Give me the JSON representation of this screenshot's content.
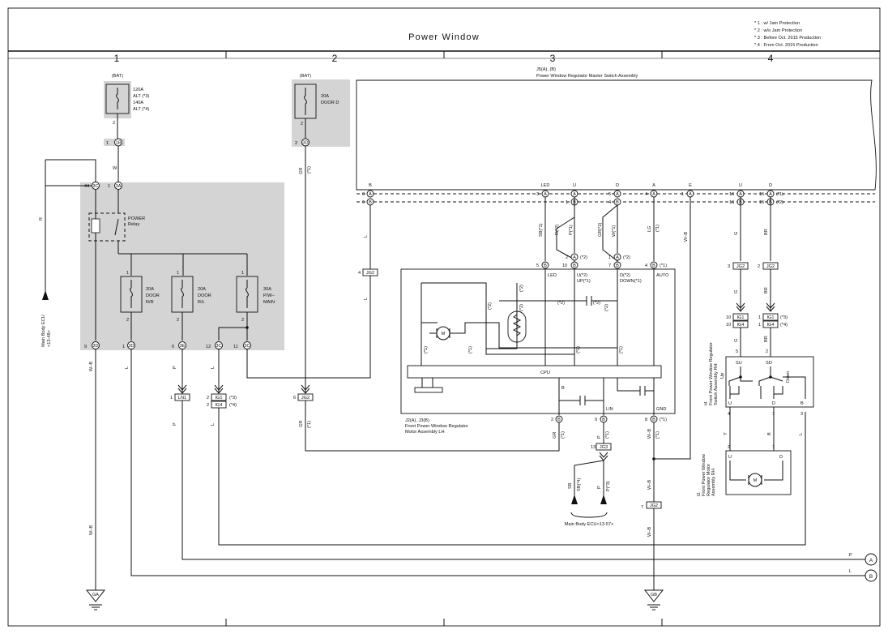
{
  "title": "Power Window",
  "notes": [
    "* 1 : w/ Jam Protection",
    "* 2 : w/o Jam Protection",
    "* 3 : Before Oct.  2015 Production",
    "* 4 : From Oct.  2015 Production"
  ],
  "columns": [
    "1",
    "2",
    "3",
    "4"
  ],
  "fuse_bat_1": {
    "source": "(BAT)",
    "line1": "120A",
    "line2": "ALT (*3)",
    "line3": "140A",
    "line4": "ALT (*4)",
    "pin": "2",
    "conn_pin": "1",
    "conn": "1B"
  },
  "fuse_bat_2": {
    "source": "(BAT)",
    "line1": "20A",
    "line2": "DOOR D",
    "pin": "2",
    "conn_pin": "2",
    "conn": "3D"
  },
  "relay": {
    "name": "POWER",
    "sub": "Relay",
    "left_pin": "44",
    "left_conn": "3C",
    "right_pin": "1",
    "right_conn": "3A"
  },
  "fuses_jb": [
    {
      "a": "20A",
      "b": "DOOR",
      "c": "R/R",
      "top": "1",
      "bottom": "2",
      "pin": "1",
      "conn": "3D"
    },
    {
      "a": "20A",
      "b": "DOOR",
      "c": "R/L",
      "top": "1",
      "bottom": "2",
      "pin": "6",
      "conn": "3E"
    },
    {
      "a": "30A",
      "b": "P/W–",
      "c": "MAIN",
      "top": "1",
      "bottom": "2",
      "pin": "11",
      "conn": "3C"
    }
  ],
  "jb_left": {
    "pin": "9",
    "conn": "3D"
  },
  "jb_pin_12": {
    "pin": "12",
    "conn": "3C"
  },
  "main_body_ecu_1": "Main Body ECU",
  "main_body_ecu_1b": "<13-48>",
  "wires": {
    "R": "R",
    "W": "W",
    "WB": "W–B",
    "L": "L",
    "P": "P",
    "GR": "GR",
    "G": "G",
    "BR": "BR",
    "LG": "LG",
    "SB": "SB",
    "Y": "Y",
    "B": "B"
  },
  "marks": {
    "s1": "(*1)",
    "s2": "(*2)",
    "s3": "(*3)",
    "s4": "(*4)",
    "r2": "R(*2)",
    "sb1": "SB(*1)",
    "p1": "P(*1)",
    "gr2": "GR(*2)",
    "w1": "W(*1)",
    "sb4": "SB(*4)",
    "p3": "P(*3)"
  },
  "jg2_a": {
    "pin": "4",
    "conn": "JG2"
  },
  "jg2_b": {
    "pin": "6",
    "conn": "JG2"
  },
  "ln1": {
    "pin": "1",
    "conn": "LN1"
  },
  "ig_left": {
    "p1": "2",
    "c1": "IG1",
    "m1": "(*3)",
    "p2": "2",
    "c2": "IG4",
    "m2": "(*4)"
  },
  "master": {
    "id": "J5(A), (B)",
    "name": "Power Window Regulator Master Switch Assembly",
    "top_labels": [
      "B",
      "LED",
      "U",
      "D",
      "A",
      "E",
      "U",
      "D"
    ],
    "row1_pins": [
      "6",
      "3",
      "5",
      "4",
      "1",
      "16",
      "15"
    ],
    "row2_pins": [
      "6",
      "1",
      "4",
      "16",
      "15"
    ]
  },
  "motor_lh": {
    "id": "J2(A), J3(B)",
    "name1": "Front Power Window Regulator",
    "name2": "Motor Assembly LH",
    "pins_top": [
      "2",
      "1",
      "5",
      "10",
      "7",
      "4"
    ],
    "labels": {
      "led": "LED",
      "u": "U(*2)",
      "up": "UP(*1)",
      "d": "D(*2)",
      "down": "DOWN(*1)",
      "auto": "AUTO",
      "cpu": "CPU",
      "b": "B",
      "lin": "LIN",
      "gnd": "GND"
    },
    "pins_bottom": [
      "2",
      "9",
      "8"
    ],
    "motor": "M"
  },
  "jg3": {
    "pin": "13",
    "conn": "JG3"
  },
  "main_body_ecu_2": "Main Body ECU<13-57>",
  "jg2_right": [
    {
      "pin": "3",
      "conn": "JG2"
    },
    {
      "pin": "2",
      "conn": "JG2"
    }
  ],
  "ig_right": [
    {
      "pin": "10",
      "conn": "IG1"
    },
    {
      "pin": "10",
      "conn": "IG4"
    },
    {
      "pin": "1",
      "conn": "IG1"
    },
    {
      "pin": "1",
      "conn": "IG4"
    }
  ],
  "jg2_bottom": {
    "pin": "7",
    "conn": "JG2"
  },
  "switch_rh": {
    "id": "I4",
    "name1": "Front Power Window Regulator",
    "name2": "Switch Assembly RH",
    "labels": [
      "SU",
      "SD",
      "U",
      "D",
      "B",
      "Up",
      "Down"
    ],
    "pins_top": [
      "5",
      "2"
    ],
    "pins_bottom": [
      "4",
      "1",
      "3"
    ]
  },
  "motor_rh": {
    "id": "I2",
    "name1": "Front Power Window",
    "name2": "Regulator Motor",
    "name3": "Assembly RH",
    "labels": [
      "U",
      "D"
    ],
    "pins": [
      "2",
      "1"
    ],
    "motor": "M"
  },
  "grounds": [
    "GA",
    "GB"
  ],
  "offpage": [
    "A",
    "B"
  ]
}
